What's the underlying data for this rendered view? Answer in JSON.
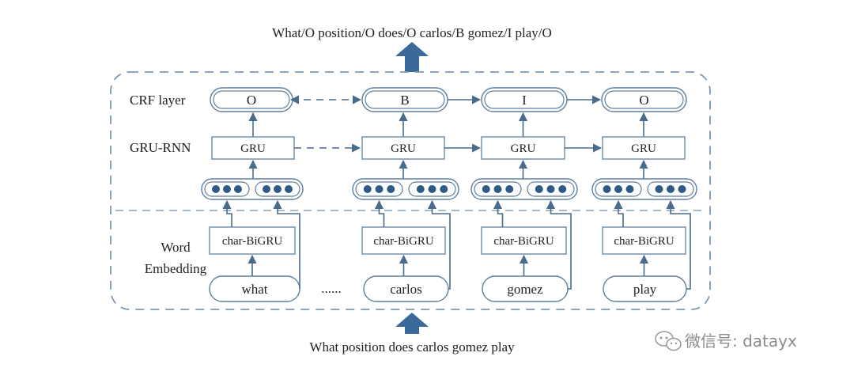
{
  "output_sentence": "What/O position/O does/O carlos/B gomez/I play/O",
  "input_sentence": "What position does carlos gomez play",
  "row_labels": {
    "crf": "CRF layer",
    "gru": "GRU-RNN",
    "word_line1": "Word",
    "word_line2": "Embedding"
  },
  "columns": [
    {
      "tag": "O",
      "gru": "GRU",
      "char": "char-BiGRU",
      "word": "what"
    },
    {
      "tag": "B",
      "gru": "GRU",
      "char": "char-BiGRU",
      "word": "carlos"
    },
    {
      "tag": "I",
      "gru": "GRU",
      "char": "char-BiGRU",
      "word": "gomez"
    },
    {
      "tag": "O",
      "gru": "GRU",
      "char": "char-BiGRU",
      "word": "play"
    }
  ],
  "ellipsis": "......",
  "watermark": "微信号: datayx",
  "colors": {
    "arrow": "#3b6a9a",
    "line": "#4a6c8c",
    "dot": "#2d5b86"
  }
}
